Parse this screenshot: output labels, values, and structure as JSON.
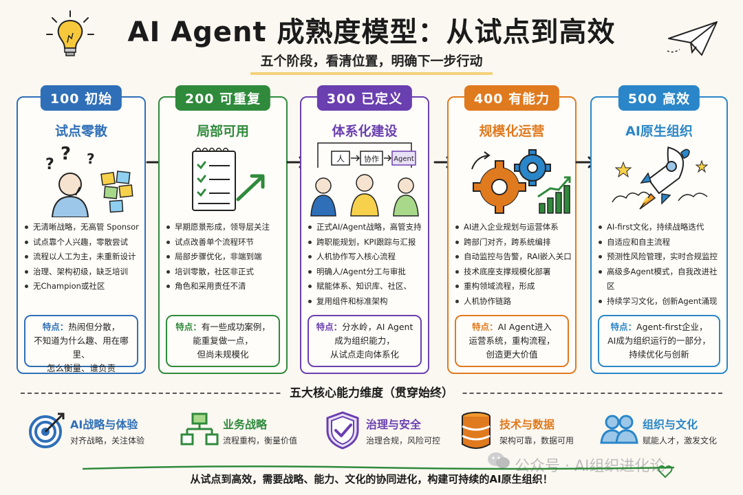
{
  "header": {
    "title": "AI Agent 成熟度模型：从试点到高效",
    "subtitle": "五个阶段，看清位置，明确下一步行动"
  },
  "stages": [
    {
      "badge": "100 初始",
      "name": "试点零散",
      "color": "#2f6fb8",
      "bullets": [
        "无清晰战略，无高管 Sponsor",
        "试点靠个人兴趣，零散尝试",
        "流程以人工为主，未重新设计",
        "治理、架构初级，缺乏培训",
        "无Champion或社区"
      ],
      "feature_label": "特点：",
      "feature_text": [
        "热闹但分散，",
        "不知道为什么趣、用在哪里、",
        "怎么衡量、谁负责"
      ]
    },
    {
      "badge": "200 可重复",
      "name": "局部可用",
      "color": "#2f8a3c",
      "bullets": [
        "早期愿景形成，领导层关注",
        "试点改善单个流程环节",
        "局部步骤优化，非端到端",
        "培训零散，社区非正式",
        "角色和采用责任不清"
      ],
      "feature_label": "特点：",
      "feature_text": [
        "有一些成功案例，",
        "能重复做一点，",
        "但尚未规模化"
      ]
    },
    {
      "badge": "300 已定义",
      "name": "体系化建设",
      "color": "#6a3fb0",
      "bullets": [
        "正式AI/Agent战略，高管支持",
        "跨职能规划，KPI跟踪与汇报",
        "人机协作写入核心流程",
        "明确人/Agent分工与审批",
        "赋能体系、知识库、社区、",
        "复用组件和标准架构"
      ],
      "feature_label": "特点：",
      "feature_text": [
        "分水岭，AI Agent",
        "成为组织能力，",
        "从试点走向体系化"
      ]
    },
    {
      "badge": "400 有能力",
      "name": "规模化运营",
      "color": "#e07a1f",
      "bullets": [
        "AI进入企业规划与运营体系",
        "跨部门对齐，跨系统编排",
        "自动监控与告警，RAI嵌入关口",
        "技术底座支撑规模化部署",
        "重构领域流程，形成",
        "人机协作链路"
      ],
      "feature_label": "特点：",
      "feature_text": [
        "AI Agent进入",
        "运营系统，重构流程，",
        "创造更大价值"
      ]
    },
    {
      "badge": "500 高效",
      "name": "AI原生组织",
      "color": "#2a86c8",
      "bullets": [
        "AI-first文化，持续战略迭代",
        "自适应和自主流程",
        "预测性风险管理，实时合规监控",
        "高级多Agent模式，自我改进社区",
        "持续学习文化，创新Agent涌现"
      ],
      "feature_label": "特点：",
      "feature_text": [
        "Agent-first企业，",
        "AI成为组织运行的一部分，",
        "持续优化与创新"
      ]
    }
  ],
  "illustration_labels": {
    "person": "人",
    "collab": "协作",
    "agent": "Agent"
  },
  "dimensions_title": "五大核心能力维度（贯穿始终）",
  "dimensions": [
    {
      "name": "AI战略与体验",
      "desc": "对齐战略，关注体验",
      "color": "#2f6fb8",
      "icon": "target-icon"
    },
    {
      "name": "业务战略",
      "desc": "流程重构，衡量价值",
      "color": "#2f8a3c",
      "icon": "flowchart-icon"
    },
    {
      "name": "治理与安全",
      "desc": "治理合规，风险可控",
      "color": "#6a3fb0",
      "icon": "shield-icon"
    },
    {
      "name": "技术与数据",
      "desc": "架构可靠，数据可用",
      "color": "#e07a1f",
      "icon": "database-icon"
    },
    {
      "name": "组织与文化",
      "desc": "赋能人才，激发文化",
      "color": "#2a86c8",
      "icon": "people-icon"
    }
  ],
  "watermark": "公众号 · AI组织进化论",
  "footer": "从试点到高效，需要战略、能力、文化的协同进化，构建可持续的AI原生组织！"
}
